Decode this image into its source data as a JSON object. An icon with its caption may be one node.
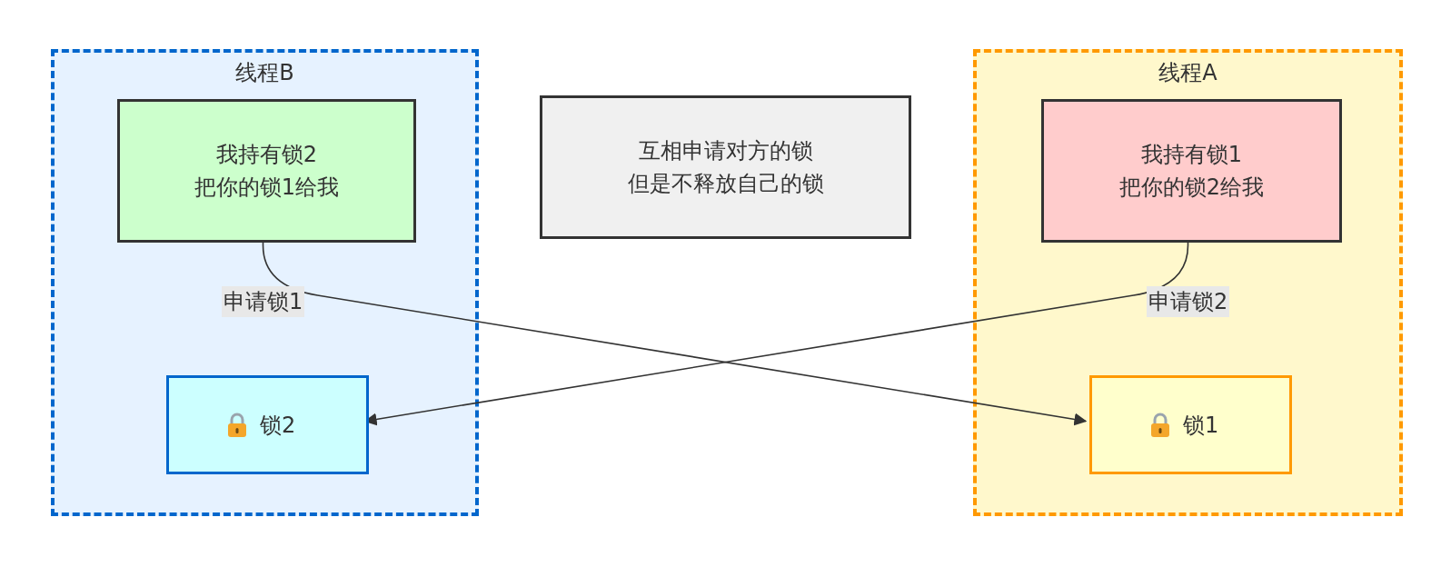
{
  "diagram": {
    "nodes": [
      {
        "text": [
          "线程B"
        ]
      },
      {
        "text": [
          "我持有锁2把你的锁1给我"
        ],
        "in": 0
      },
      {
        "text": [
          "锁2"
        ],
        "in": 0
      },
      {
        "text": [
          "互相申请对方的锁但是不释放自己的锁"
        ]
      },
      {
        "text": [
          "线程A"
        ]
      },
      {
        "text": [
          "我持有锁1把你的锁2给我"
        ],
        "in": 4
      },
      {
        "text": [
          "锁1"
        ],
        "in": 4
      }
    ],
    "edges": [
      {
        "from": 1,
        "to": 6,
        "arrow": "to",
        "label": "申请锁1"
      },
      {
        "from": 5,
        "to": 2,
        "arrow": "to",
        "label": "申请锁2"
      }
    ]
  }
}
